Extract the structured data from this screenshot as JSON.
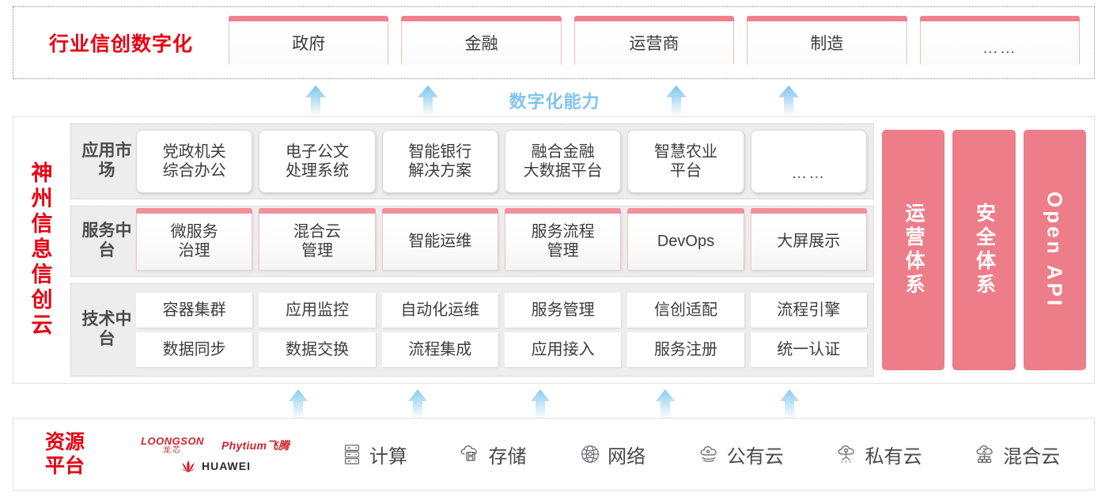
{
  "industry": {
    "title": "行业信创数字化",
    "cards": [
      {
        "label": "政府"
      },
      {
        "label": "金融"
      },
      {
        "label": "运营商"
      },
      {
        "label": "制造"
      },
      {
        "label": "……"
      }
    ]
  },
  "capability": {
    "label": "数字化能力",
    "label_color": "#7FC4EE",
    "arrow_count": 4
  },
  "cloud": {
    "title": "神州信息信创云",
    "title_color": "#E60012",
    "layers": [
      {
        "label": "应用市场",
        "rows": [
          [
            "党政机关\n综合办公",
            "电子公文\n处理系统",
            "智能银行\n解决方案",
            "融合金融\n大数据平台",
            "智慧农业\n平台",
            "……"
          ]
        ]
      },
      {
        "label": "服务中台",
        "rows": [
          [
            "微服务\n治理",
            "混合云\n管理",
            "智能运维",
            "服务流程\n管理",
            "DevOps",
            "大屏展示"
          ]
        ]
      },
      {
        "label": "技术中台",
        "rows": [
          [
            "容器集群",
            "应用监控",
            "自动化运维",
            "服务管理",
            "信创适配",
            "流程引擎"
          ],
          [
            "数据同步",
            "数据交换",
            "流程集成",
            "应用接入",
            "服务注册",
            "统一认证"
          ]
        ]
      }
    ],
    "pillars": [
      {
        "label": "运营体系",
        "orientation": "cjk"
      },
      {
        "label": "安全体系",
        "orientation": "cjk"
      },
      {
        "label": "Open API",
        "orientation": "latin"
      }
    ],
    "pillar_color": "#ED7E89"
  },
  "lower_arrows": {
    "arrow_count": 5
  },
  "resource": {
    "title": "资源平台",
    "title_color": "#E60012",
    "logos": [
      {
        "name": "loongson-logo",
        "en": "LOONGSON",
        "cn": "龙芯"
      },
      {
        "name": "phytium-logo",
        "text": "Phytium飞腾"
      },
      {
        "name": "huawei-logo",
        "text": "HUAWEI"
      }
    ],
    "items": [
      {
        "icon": "server-icon",
        "label": "计算"
      },
      {
        "icon": "cloud-storage-icon",
        "label": "存储"
      },
      {
        "icon": "network-globe-icon",
        "label": "网络"
      },
      {
        "icon": "public-cloud-icon",
        "label": "公有云"
      },
      {
        "icon": "private-cloud-icon",
        "label": "私有云"
      },
      {
        "icon": "hybrid-cloud-icon",
        "label": "混合云"
      }
    ]
  }
}
